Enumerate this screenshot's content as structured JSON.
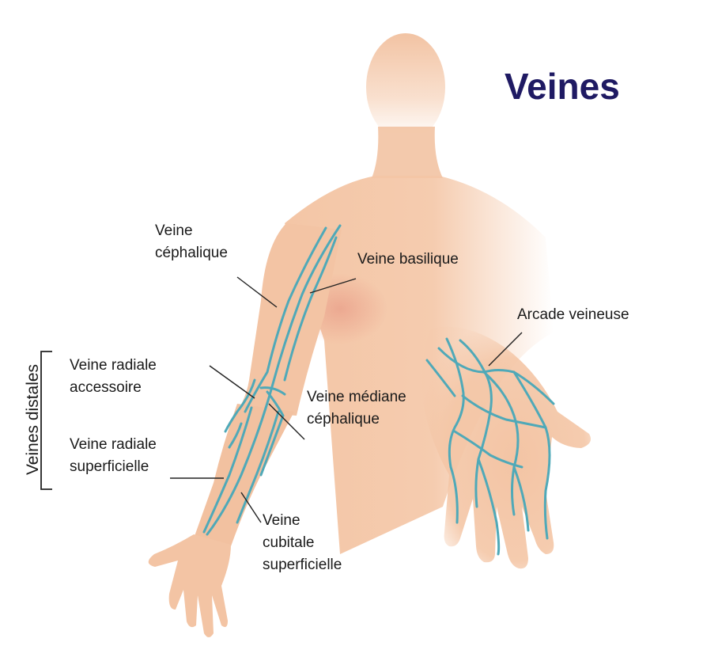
{
  "title": "Veines",
  "group_label": "Veines distales",
  "labels": {
    "cephalique": [
      "Veine",
      "céphalique"
    ],
    "basilique": [
      "Veine basilique"
    ],
    "arcade": [
      "Arcade veineuse"
    ],
    "radiale_accessoire": [
      "Veine radiale",
      "accessoire"
    ],
    "mediane_cephalique": [
      "Veine médiane",
      "céphalique"
    ],
    "radiale_superficielle": [
      "Veine radiale",
      "superficielle"
    ],
    "cubitale_superficielle": [
      "Veine",
      "cubitale",
      "superficielle"
    ]
  },
  "colors": {
    "skin": "#f4c6a6",
    "skin_shade": "#e9a98a",
    "vein": "#4fa9b8",
    "title": "#1f1a63",
    "leader": "#222222"
  }
}
